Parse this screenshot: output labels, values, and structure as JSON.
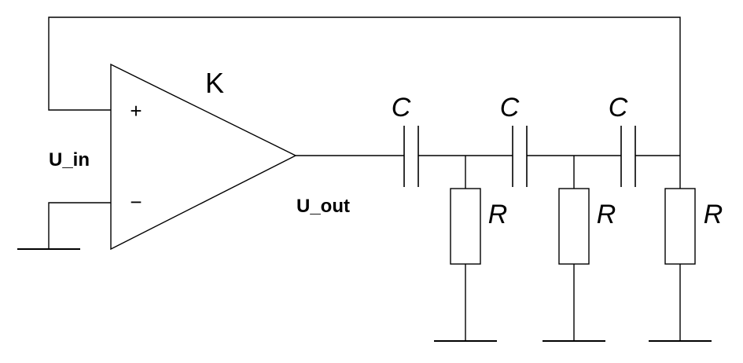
{
  "amplifier": {
    "gain_label": "K",
    "plus_symbol": "+",
    "minus_symbol": "−"
  },
  "labels": {
    "input": "U_in",
    "output": "U_out"
  },
  "stages": [
    {
      "capacitor_label": "C",
      "resistor_label": "R"
    },
    {
      "capacitor_label": "C",
      "resistor_label": "R"
    },
    {
      "capacitor_label": "C",
      "resistor_label": "R"
    }
  ]
}
